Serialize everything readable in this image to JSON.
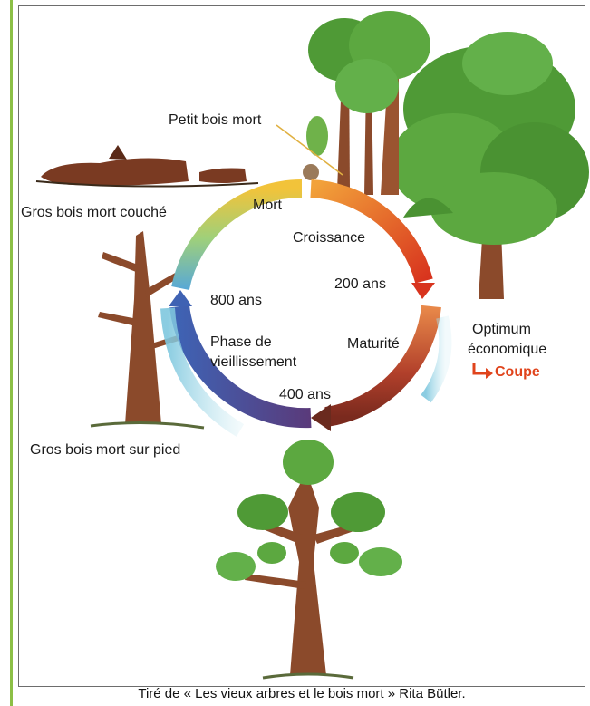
{
  "labels": {
    "petit_bois_mort": "Petit bois mort",
    "gros_bois_couche": "Gros bois mort couché",
    "mort": "Mort",
    "croissance": "Croissance",
    "ans_200": "200 ans",
    "ans_800": "800 ans",
    "phase_line1": "Phase de",
    "phase_line2": "vieillissement",
    "maturite": "Maturité",
    "optimum_line1": "Optimum",
    "optimum_line2": "économique",
    "coupe": "Coupe",
    "ans_400": "400 ans",
    "gros_bois_pied": "Gros bois mort sur pied"
  },
  "caption": "Tiré de « Les vieux arbres et le bois mort » Rita Bütler.",
  "colors": {
    "frame_accent": "#8cbf46",
    "coupe_red": "#e0441c",
    "foliage": "#4f9a36",
    "trunk": "#8b4a2b"
  }
}
